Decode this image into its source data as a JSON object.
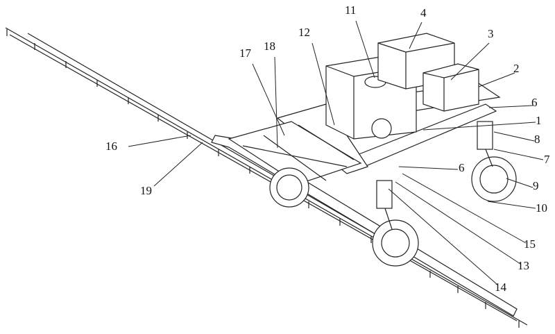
{
  "figure": {
    "labels": {
      "l1": "1",
      "l2": "2",
      "l3": "3",
      "l4": "4",
      "l6a": "6",
      "l6b": "6",
      "l7": "7",
      "l8": "8",
      "l9": "9",
      "l10": "10",
      "l11": "11",
      "l12": "12",
      "l13": "13",
      "l14": "14",
      "l15": "15",
      "l16": "16",
      "l17": "17",
      "l18": "18",
      "l19": "19"
    }
  }
}
